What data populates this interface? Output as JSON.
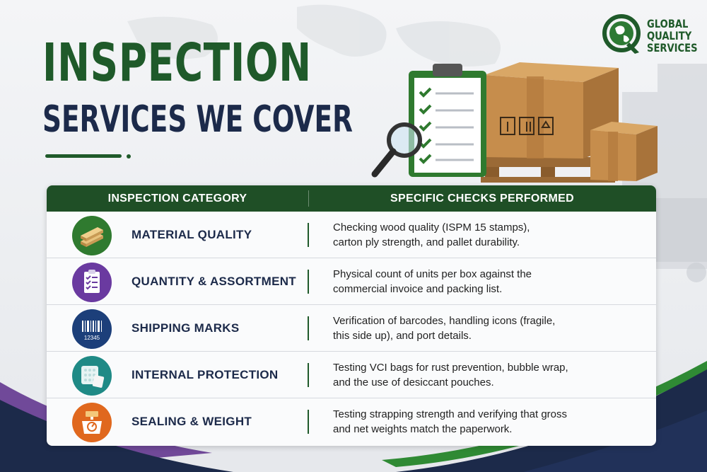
{
  "title": {
    "line1": "INSPECTION",
    "line2": "SERVICES WE COVER"
  },
  "logo": {
    "lines": [
      "GLOBAL",
      "QUALITY",
      "SERVICES"
    ]
  },
  "table": {
    "headers": [
      "INSPECTION CATEGORY",
      "SPECIFIC CHECKS PERFORMED"
    ],
    "rows": [
      {
        "icon": "wood-planks-icon",
        "color": "#2f7a2f",
        "category": "MATERIAL QUALITY",
        "line1": "Checking wood quality (ISPM 15 stamps),",
        "line2": "carton ply strength, and pallet durability."
      },
      {
        "icon": "clipboard-checklist-icon",
        "color": "#6a3aa0",
        "category": "QUANTITY & ASSORTMENT",
        "line1": "Physical count of units per box against the",
        "line2": "commercial invoice and packing list."
      },
      {
        "icon": "barcode-icon",
        "color": "#1c3f7a",
        "category": "SHIPPING MARKS",
        "code": "12345",
        "line1": "Verification of barcodes, handling icons (fragile,",
        "line2": "this side up), and port details."
      },
      {
        "icon": "bubble-wrap-icon",
        "color": "#1f8a86",
        "category": "INTERNAL PROTECTION",
        "line1": "Testing VCI bags for rust prevention, bubble wrap,",
        "line2": "and the use of desiccant pouches."
      },
      {
        "icon": "weighing-scale-icon",
        "color": "#e0681e",
        "category": "SEALING & WEIGHT",
        "line1": "Testing strapping strength and verifying that gross",
        "line2": "and net weights match the paperwork."
      }
    ]
  },
  "colors": {
    "brand_green": "#1f5a2a",
    "navy": "#1c2a4a",
    "header_green": "#1f4f26"
  }
}
